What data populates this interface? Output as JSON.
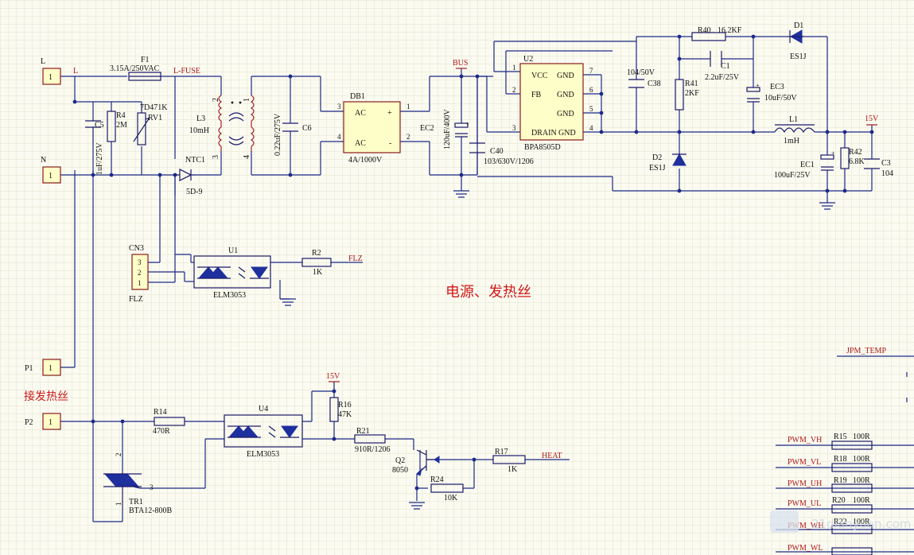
{
  "title": "电源、发热丝",
  "subtitle": "接发热丝",
  "nets": {
    "L": "L",
    "N": "N",
    "L_FUSE": "L-FUSE",
    "BUS": "BUS",
    "V15": "15V",
    "FLZ": "FLZ",
    "HEAT": "HEAT",
    "JPM_TEMP": "JPM_TEMP"
  },
  "connectors": {
    "L": {
      "ref": "L",
      "pin": "1"
    },
    "N": {
      "ref": "N",
      "pin": "1"
    },
    "P1": {
      "ref": "P1",
      "pin": "1"
    },
    "P2": {
      "ref": "P2",
      "pin": "1"
    },
    "CN3": {
      "ref": "CN3",
      "name": "FLZ",
      "pins": [
        "3",
        "2",
        "1"
      ]
    }
  },
  "components": {
    "F1": {
      "ref": "F1",
      "value": "3.15A/250VAC"
    },
    "R4": {
      "ref": "R4",
      "value": "2M"
    },
    "RV1": {
      "ref": "RV1",
      "value": "7D471K"
    },
    "C5": {
      "ref": "C5",
      "value": "1uF/275V"
    },
    "L3": {
      "ref": "L3",
      "value": "10mH",
      "pins": [
        "1",
        "2",
        "3",
        "4"
      ]
    },
    "NTC1": {
      "ref": "NTC1",
      "value": "5D-9"
    },
    "C6": {
      "ref": "C6",
      "value": "0.22uF/275V"
    },
    "DB1": {
      "ref": "DB1",
      "value": "4A/1000V",
      "ac1": "AC",
      "ac2": "AC",
      "plus": "+",
      "minus": "-",
      "pins": [
        "3",
        "4",
        "1",
        "2"
      ]
    },
    "EC2": {
      "ref": "EC2",
      "value": "120uF/400V"
    },
    "C40": {
      "ref": "C40",
      "value": "103/630V/1206"
    },
    "U2": {
      "ref": "U2",
      "value": "BPA8505D",
      "vcc": "VCC",
      "fb": "FB",
      "drain": "DRAIN",
      "gnd": "GND",
      "pins_left": [
        "1",
        "2",
        "3"
      ],
      "pins_right": [
        "7",
        "6",
        "5",
        "4"
      ]
    },
    "C38": {
      "ref": "C38",
      "value": "104/50V"
    },
    "R40": {
      "ref": "R40",
      "value": "16.2KF"
    },
    "C1": {
      "ref": "C1",
      "value": "2.2uF/25V"
    },
    "R41": {
      "ref": "R41",
      "value": "2KF"
    },
    "EC3": {
      "ref": "EC3",
      "value": "10uF/50V"
    },
    "D1": {
      "ref": "D1",
      "value": "ES1J"
    },
    "D2": {
      "ref": "D2",
      "value": "ES1J"
    },
    "L1": {
      "ref": "L1",
      "value": "1mH"
    },
    "EC1": {
      "ref": "EC1",
      "value": "100uF/25V"
    },
    "R42": {
      "ref": "R42",
      "value": "6.8K"
    },
    "C3": {
      "ref": "C3",
      "value": "104"
    },
    "U1": {
      "ref": "U1",
      "value": "ELM3053"
    },
    "R2": {
      "ref": "R2",
      "value": "1K"
    },
    "U4": {
      "ref": "U4",
      "value": "ELM3053"
    },
    "R14": {
      "ref": "R14",
      "value": "470R"
    },
    "R16": {
      "ref": "R16",
      "value": "47K"
    },
    "R21": {
      "ref": "R21",
      "value": "910R/1206"
    },
    "Q2": {
      "ref": "Q2",
      "value": "8050"
    },
    "R17": {
      "ref": "R17",
      "value": "1K"
    },
    "R24": {
      "ref": "R24",
      "value": "10K"
    },
    "TR1": {
      "ref": "TR1",
      "value": "BTA12-800B",
      "pins": [
        "2",
        "1",
        "3"
      ]
    }
  },
  "pwm": [
    {
      "net": "PWM_VH",
      "ref": "R15",
      "value": "100R"
    },
    {
      "net": "PWM_VL",
      "ref": "R18",
      "value": "100R"
    },
    {
      "net": "PWM_UH",
      "ref": "R19",
      "value": "100R"
    },
    {
      "net": "PWM_UL",
      "ref": "R20",
      "value": "100R"
    },
    {
      "net": "PWM_WH",
      "ref": "R22",
      "value": "100R"
    },
    {
      "net": "PWM_WL",
      "ref": "",
      "value": ""
    }
  ],
  "watermark": "21dianyuan.com",
  "colors": {
    "wire": "#1c2a88",
    "ref_text": "#111111",
    "net_text": "#b01818",
    "pin_box": "#fefec8",
    "background": "#fbfbf1"
  }
}
